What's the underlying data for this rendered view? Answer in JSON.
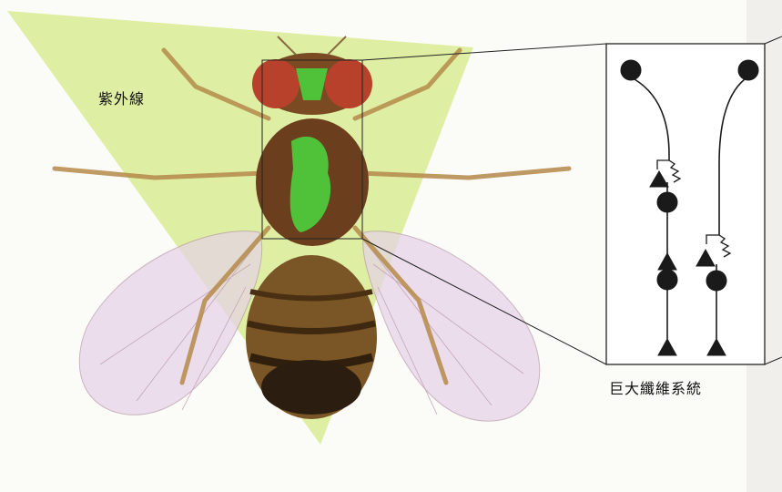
{
  "labels": {
    "uv": "紫外線",
    "giant_fiber_system": "巨大纖維系統"
  },
  "colors": {
    "uv_beam": "#d6ec8a",
    "highlight": "#4fc23a",
    "fly_body": "#8a5a2a",
    "eye": "#b8412b",
    "wing": "#e4d3e8",
    "neuron": "#1a1a1a"
  },
  "icons": {
    "neuron_soma": "filled-circle",
    "synapse": "filled-triangle",
    "electrical_synapse": "resistor-zigzag"
  }
}
